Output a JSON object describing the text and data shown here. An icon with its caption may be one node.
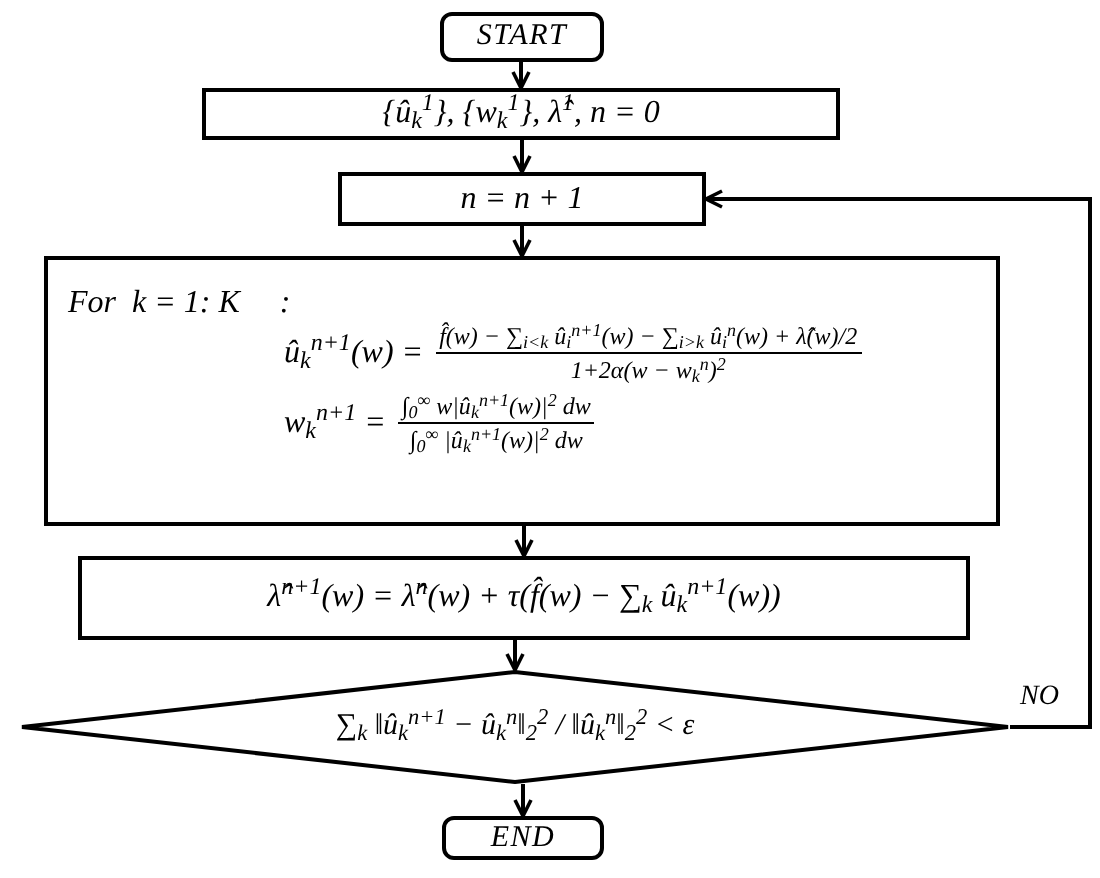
{
  "diagram": {
    "nodes": [
      {
        "text": [
          "START"
        ]
      },
      {
        "text": [
          "{û$_{k}$$^{1}$}, {w$_{k}$$^{1}$}, λ̂$^{1}$, n = 0"
        ]
      },
      {
        "text": [
          "n = n + 1"
        ]
      },
      {
        "text": [
          "For  k = 1: K     :",
          "û$_{k}$$^{n+1}$(w) =",
          "f̂(w) − ∑$_{i<k}$ û$_{i}$$^{n+1}$(w) − ∑$_{i>k}$ û$_{i}$$^{n}$(w) + λ̂(w)/2",
          "1+2α(w − w$_{k}$$^{n}$)$^{2}$",
          "w$_{k}$$^{n+1}$ =",
          "∫$_{0}$$^{∞}$ w|û$_{k}$$^{n+1}$(w)|$^{2}$ dw",
          "∫$_{0}$$^{∞}$ |û$_{k}$$^{n+1}$(w)|$^{2}$ dw"
        ]
      },
      {
        "text": [
          "λ̂$^{n+1}$(w) = λ̂$^{n}$(w) + τ(f̂(w) − ∑$_{k}$ û$_{k}$$^{n+1}$(w))"
        ]
      },
      {
        "text": [
          "∑$_{k}$ ‖û$_{k}$$^{n+1}$ − û$_{k}$$^{n}$‖$_{2}$$^{2}$ / ‖û$_{k}$$^{n}$‖$_{2}$$^{2}$ < ε"
        ]
      },
      {
        "text": [
          "END"
        ]
      }
    ],
    "edges": [
      {
        "from": 0,
        "to": 1,
        "arrow": "to"
      },
      {
        "from": 1,
        "to": 2,
        "arrow": "to"
      },
      {
        "from": 2,
        "to": 3,
        "arrow": "to"
      },
      {
        "from": 3,
        "to": 4,
        "arrow": "to"
      },
      {
        "from": 4,
        "to": 5,
        "arrow": "to"
      },
      {
        "from": 5,
        "to": 6,
        "arrow": "to"
      },
      {
        "from": 5,
        "to": 2,
        "arrow": "to",
        "label": "NO"
      }
    ]
  }
}
